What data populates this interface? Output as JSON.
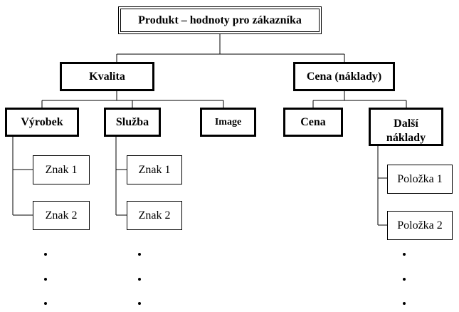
{
  "root": {
    "label": "Produkt – hodnoty pro zákazníka"
  },
  "quality": {
    "label": "Kvalita",
    "product": {
      "label": "Výrobek",
      "items": [
        "Znak 1",
        "Znak 2"
      ]
    },
    "service": {
      "label": "Služba",
      "items": [
        "Znak 1",
        "Znak 2"
      ]
    },
    "image": {
      "label": "Image"
    }
  },
  "price": {
    "label": "Cena (náklady)",
    "cost": {
      "label": "Cena"
    },
    "other_costs": {
      "label": "Další náklady",
      "items": [
        "Položka 1",
        "Položka 2"
      ]
    }
  },
  "colors": {
    "line": "#000000",
    "background": "#ffffff"
  }
}
